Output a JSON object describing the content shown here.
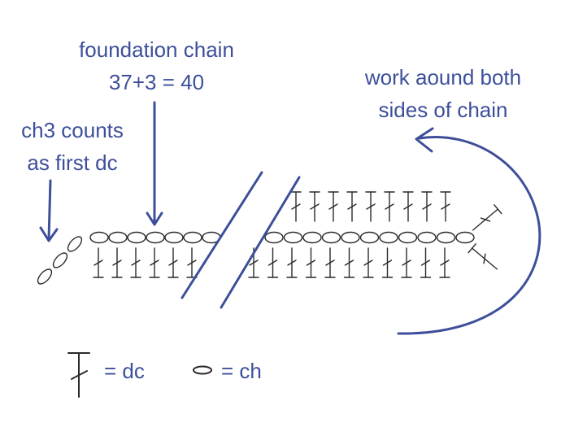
{
  "labels": {
    "foundation_line1": "foundation chain",
    "foundation_line2": "37+3 = 40",
    "work_line1": "work aound both",
    "work_line2": "sides of chain",
    "ch3_line1": "ch3 counts",
    "ch3_line2": "as first dc"
  },
  "legend": {
    "dc_label": "= dc",
    "ch_label": "= ch"
  },
  "colors": {
    "annotation": "#3d4f9a",
    "chart_ink": "#2a2a2a"
  },
  "symbols": {
    "dc": "double-crochet-symbol",
    "ch": "chain-stitch-oval"
  }
}
